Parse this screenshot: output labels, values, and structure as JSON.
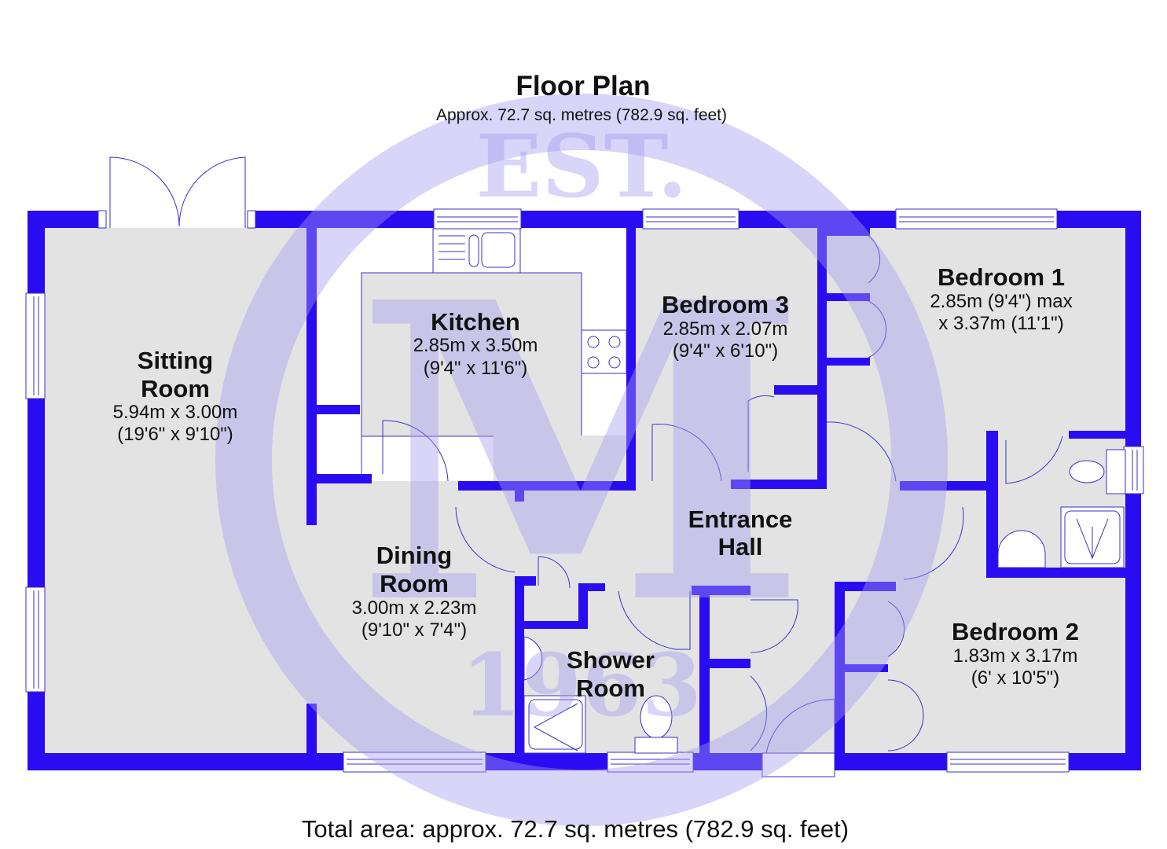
{
  "header": {
    "title": "Floor Plan",
    "subtitle": "Approx. 72.7 sq. metres (782.9 sq. feet)"
  },
  "rooms": [
    {
      "name_lines": [
        "Sitting",
        "Room"
      ],
      "dims": [
        "5.94m x 3.00m",
        "(19'6\" x 9'10\")"
      ]
    },
    {
      "name_lines": [
        "Kitchen"
      ],
      "dims": [
        "2.85m x 3.50m",
        "(9'4\" x 11'6\")"
      ]
    },
    {
      "name_lines": [
        "Bedroom 3"
      ],
      "dims": [
        "2.85m x 2.07m",
        "(9'4\" x 6'10\")"
      ]
    },
    {
      "name_lines": [
        "Bedroom 1"
      ],
      "dims": [
        "2.85m (9'4\") max",
        "x 3.37m (11'1\")"
      ]
    },
    {
      "name_lines": [
        "Entrance",
        "Hall"
      ],
      "dims": []
    },
    {
      "name_lines": [
        "Dining",
        "Room"
      ],
      "dims": [
        "3.00m x 2.23m",
        "(9'10\" x 7'4\")"
      ]
    },
    {
      "name_lines": [
        "Shower",
        "Room"
      ],
      "dims": []
    },
    {
      "name_lines": [
        "Bedroom 2"
      ],
      "dims": [
        "1.83m x 3.17m",
        "(6' x 10'5\")"
      ]
    }
  ],
  "footer": {
    "total": "Total area: approx. 72.7 sq. metres (782.9 sq. feet)"
  },
  "watermark": {
    "top": "EST.",
    "letter": "M",
    "year": "1963"
  },
  "colors": {
    "wall": "#2a0cf2",
    "floor": "#e3e3e3",
    "watermark": "#a49cf0"
  }
}
